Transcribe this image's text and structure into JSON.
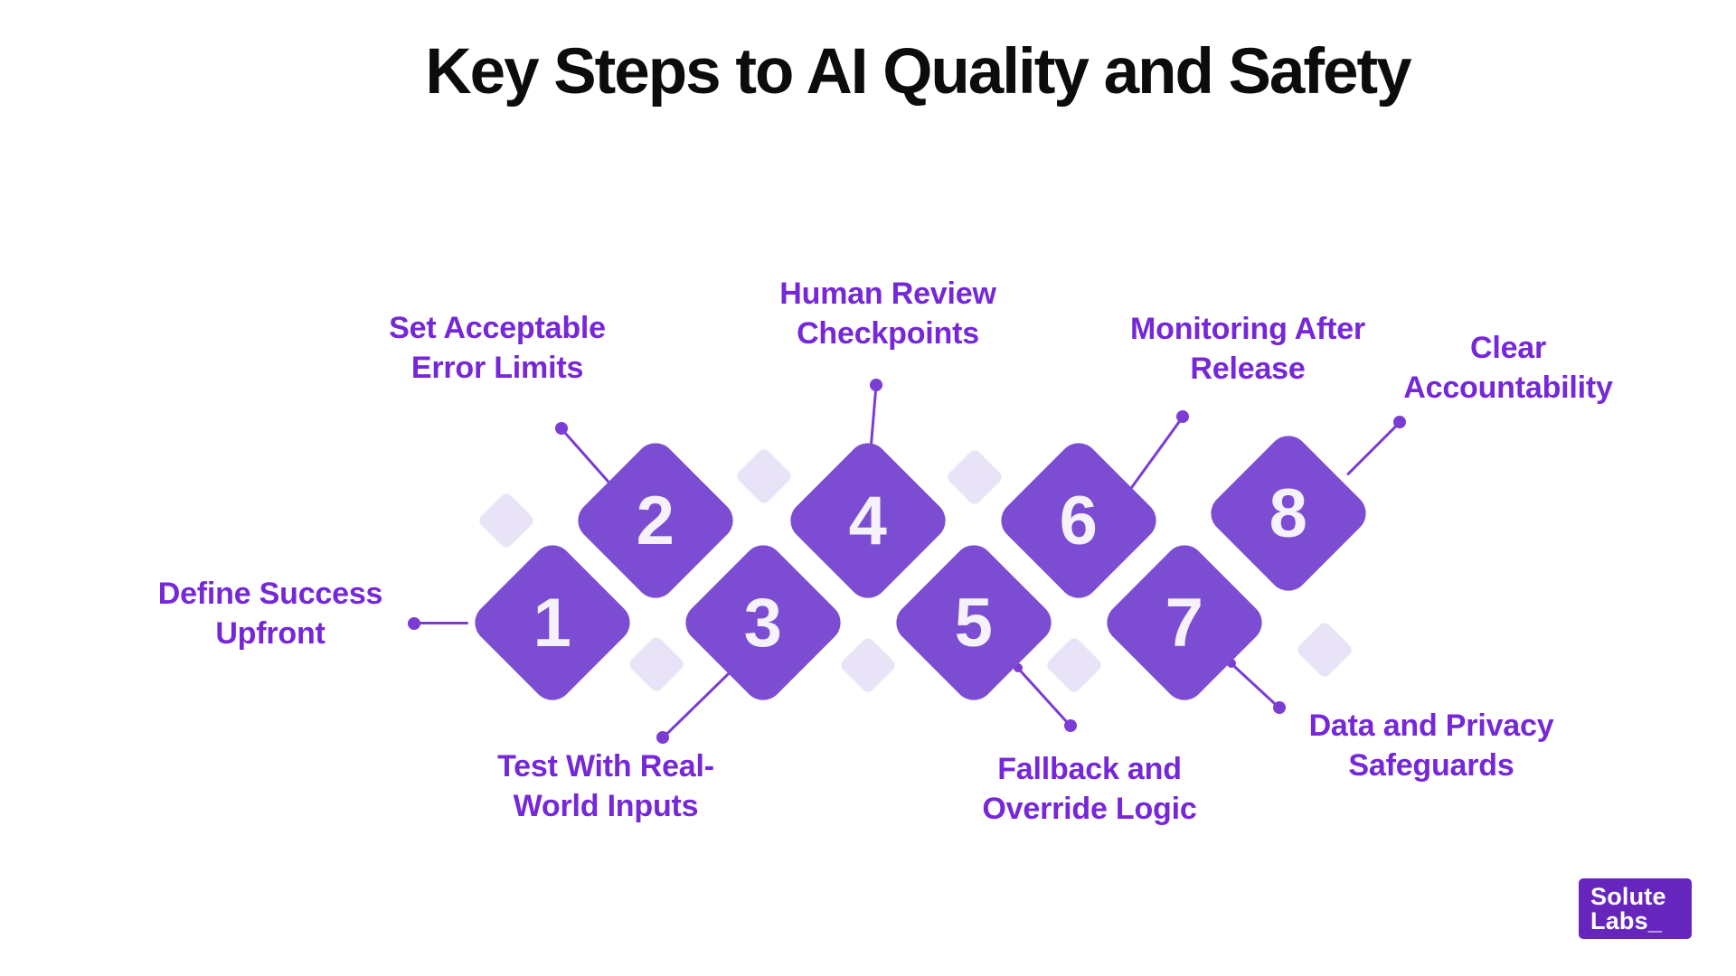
{
  "title": "Key Steps to AI Quality and Safety",
  "colors": {
    "diamond": "#7c4dd2",
    "diamond_light": "#e9e3f7",
    "label": "#7627d8",
    "connector": "#7b3cd4",
    "number": "#f5f2fb",
    "title": "#0c0c0e",
    "logo_bg": "#6626be",
    "logo_text": "#ffffff"
  },
  "steps": [
    {
      "number": "1",
      "label": "Define Success\nUpfront"
    },
    {
      "number": "2",
      "label": "Set Acceptable\nError Limits"
    },
    {
      "number": "3",
      "label": "Test With Real-\nWorld Inputs"
    },
    {
      "number": "4",
      "label": "Human Review\nCheckpoints"
    },
    {
      "number": "5",
      "label": "Fallback and\nOverride Logic"
    },
    {
      "number": "6",
      "label": "Monitoring After\nRelease"
    },
    {
      "number": "7",
      "label": "Data and Privacy\nSafeguards"
    },
    {
      "number": "8",
      "label": "Clear\nAccountability"
    }
  ],
  "logo": {
    "text": "Solute\nLabs_"
  }
}
